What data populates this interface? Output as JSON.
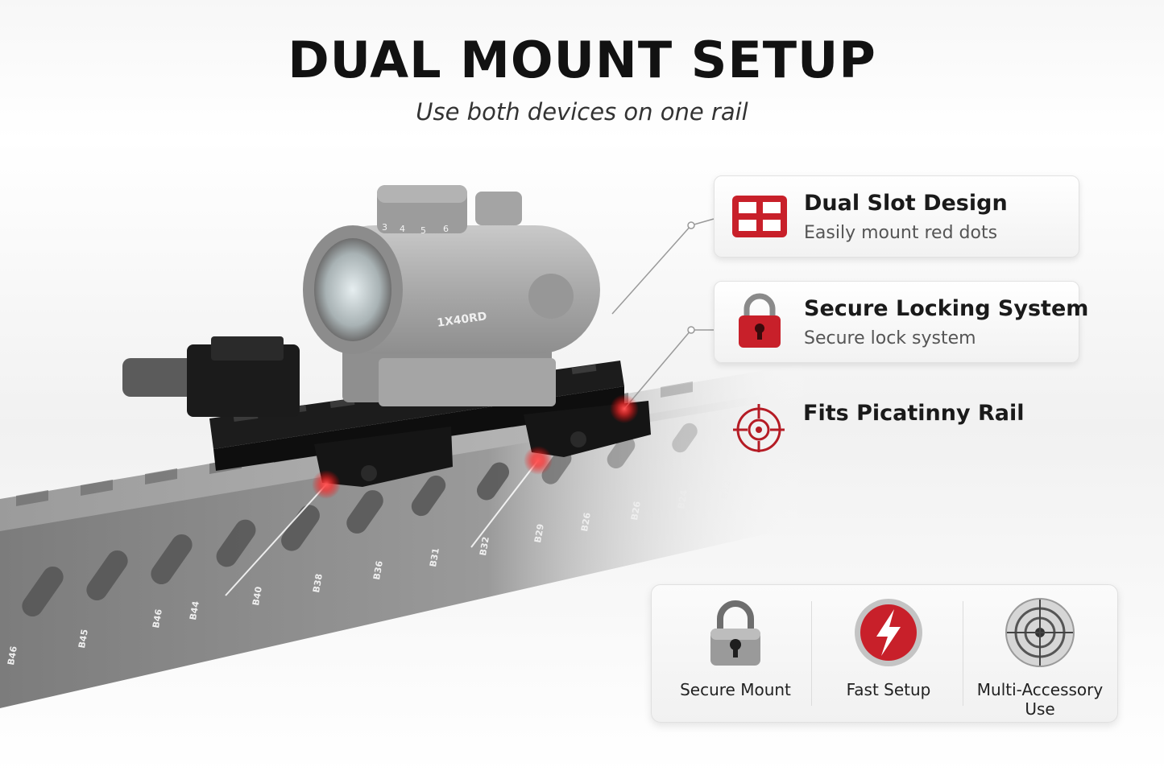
{
  "header": {
    "title": "DUAL MOUNT SETUP",
    "subtitle": "Use both devices on one rail"
  },
  "product": {
    "scope_marking": "1X40RD",
    "turret_numbers": [
      "3",
      "4",
      "5",
      "6"
    ],
    "rail_markings": [
      "B46",
      "B45",
      "B46",
      "B44",
      "B40",
      "B38",
      "B36",
      "B31",
      "B32",
      "B29",
      "B26",
      "B26",
      "B24",
      "B22"
    ]
  },
  "features": [
    {
      "icon": "dual-slot-icon",
      "title": "Dual Slot Design",
      "description": "Easily mount red dots"
    },
    {
      "icon": "padlock-icon",
      "title": "Secure Locking System",
      "description": "Secure lock system"
    },
    {
      "icon": "crosshair-icon",
      "title": "Fits Picatinny Rail",
      "description": ""
    }
  ],
  "badges": [
    {
      "icon": "padlock-icon",
      "label": "Secure Mount"
    },
    {
      "icon": "lightning-icon",
      "label": "Fast Setup"
    },
    {
      "icon": "target-icon",
      "label": "Multi-Accessory Use"
    }
  ],
  "colors": {
    "accent_red": "#c8202a",
    "title_black": "#121212",
    "rail_gray": "#8a8a8a"
  }
}
